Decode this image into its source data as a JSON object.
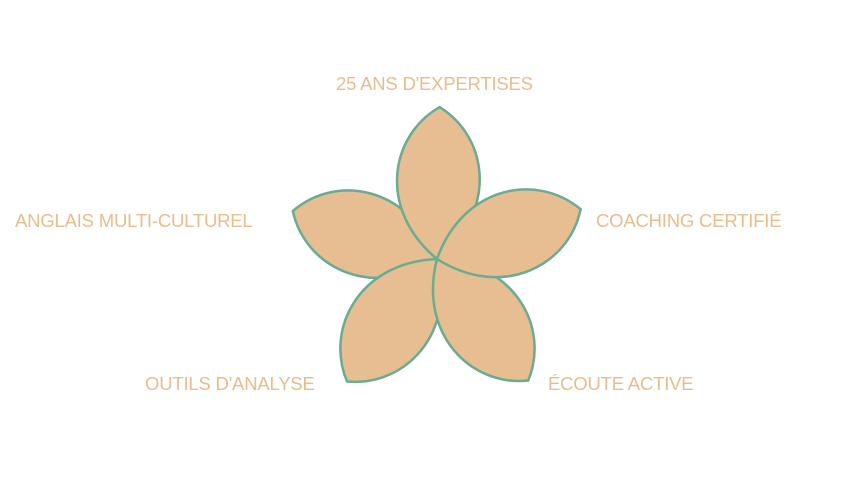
{
  "colors": {
    "petal_fill": "#e6be91",
    "petal_stroke": "#6aab92",
    "label_text": "#e8bd8c",
    "background": "#ffffff"
  },
  "labels": {
    "top": "25 ANS D'EXPERTISES",
    "left": "ANGLAIS MULTI-CULTUREL",
    "right": "COACHING CERTIFIÉ",
    "bottom_left": "OUTILS D'ANALYSE",
    "bottom_right": "ÉCOUTE ACTIVE"
  }
}
